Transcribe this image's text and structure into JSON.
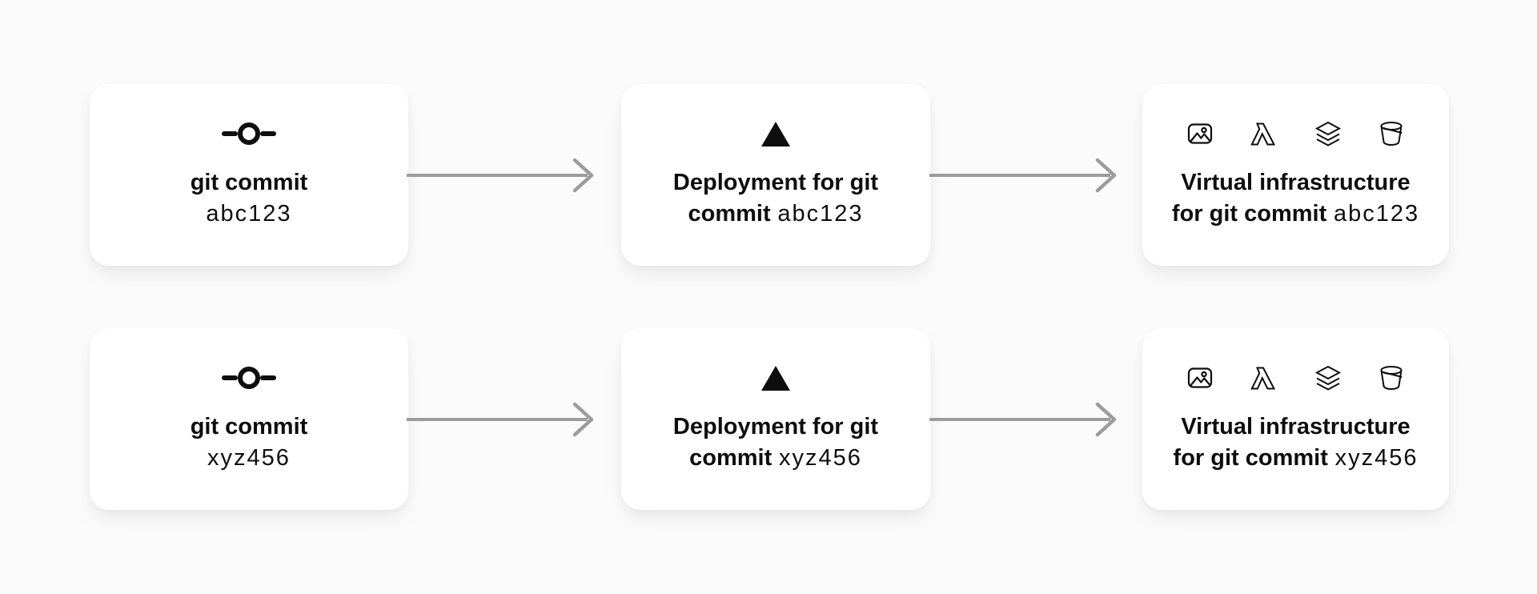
{
  "page": {
    "background_color": "#fbfbfb",
    "card_background_color": "#ffffff",
    "arrow_color": "#9c9c9c",
    "text_color": "#0e0e0e"
  },
  "diagram": {
    "description_of_flow": "git commit -> Deployment -> Virtual infrastructure",
    "rows": [
      {
        "nodes": [
          {
            "icons": [
              "git-commit-icon"
            ],
            "lines": [
              {
                "bold": "git commit",
                "code": ""
              },
              {
                "bold": "",
                "code": "abc123"
              }
            ]
          },
          {
            "icons": [
              "vercel-triangle-icon"
            ],
            "lines": [
              {
                "bold": "Deployment for git",
                "code": ""
              },
              {
                "bold": "commit",
                "code": "abc123"
              }
            ]
          },
          {
            "icons": [
              "image-icon",
              "lambda-icon",
              "layers-icon",
              "bucket-icon"
            ],
            "lines": [
              {
                "bold": "Virtual infrastructure",
                "code": ""
              },
              {
                "bold": "for git commit",
                "code": "abc123"
              }
            ]
          }
        ]
      },
      {
        "nodes": [
          {
            "icons": [
              "git-commit-icon"
            ],
            "lines": [
              {
                "bold": "git commit",
                "code": ""
              },
              {
                "bold": "",
                "code": "xyz456"
              }
            ]
          },
          {
            "icons": [
              "vercel-triangle-icon"
            ],
            "lines": [
              {
                "bold": "Deployment for git",
                "code": ""
              },
              {
                "bold": "commit",
                "code": "xyz456"
              }
            ]
          },
          {
            "icons": [
              "image-icon",
              "lambda-icon",
              "layers-icon",
              "bucket-icon"
            ],
            "lines": [
              {
                "bold": "Virtual infrastructure",
                "code": ""
              },
              {
                "bold": "for git commit",
                "code": "xyz456"
              }
            ]
          }
        ]
      }
    ]
  }
}
